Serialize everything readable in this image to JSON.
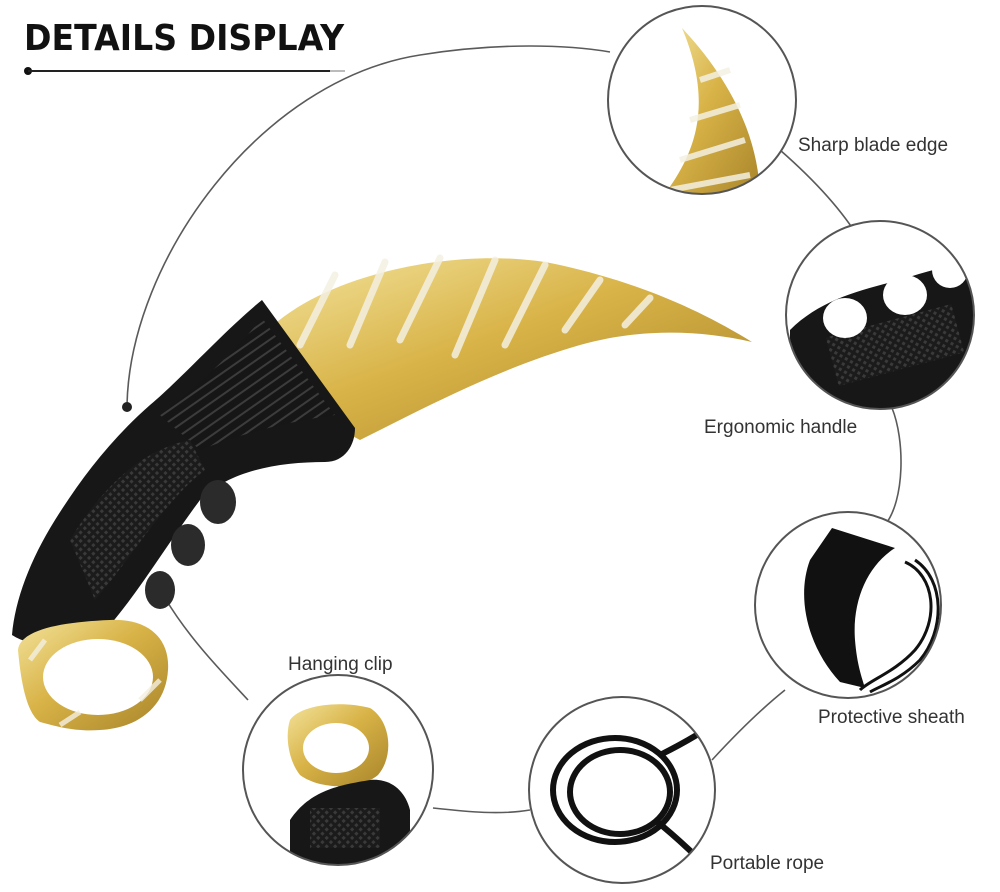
{
  "header": {
    "title": "DETAILS DISPLAY"
  },
  "callouts": [
    {
      "id": "blade",
      "label": "Sharp blade edge"
    },
    {
      "id": "handle",
      "label": "Ergonomic handle"
    },
    {
      "id": "clip",
      "label": "Hanging clip"
    },
    {
      "id": "sheath",
      "label": "Protective sheath"
    },
    {
      "id": "rope",
      "label": "Portable rope"
    }
  ],
  "colors": {
    "gold": "#d6b24a",
    "gold_light": "#f1e2a2",
    "handle_black": "#1a1a1a",
    "line_gray": "#555555"
  },
  "icons": [
    "karambit-knife-illustration",
    "blade-detail",
    "handle-detail",
    "ring-detail",
    "sheath-detail",
    "rope-detail"
  ]
}
